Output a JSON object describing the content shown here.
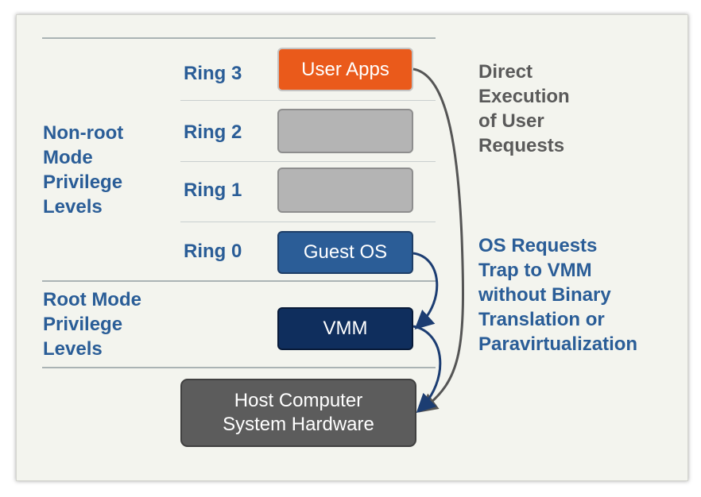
{
  "labels": {
    "nonroot": "Non-root\nMode\nPrivilege\nLevels",
    "root": "Root Mode\nPrivilege\nLevels",
    "direct": "Direct\nExecution\nof User\nRequests",
    "trap": "OS Requests\nTrap to VMM\nwithout Binary\nTranslation or\nParavirtualization"
  },
  "rings": {
    "ring3": "Ring 3",
    "ring2": "Ring 2",
    "ring1": "Ring 1",
    "ring0": "Ring 0"
  },
  "boxes": {
    "user_apps": "User Apps",
    "ring2": "",
    "ring1": "",
    "guest_os": "Guest OS",
    "vmm": "VMM",
    "hardware": "Host Computer\nSystem Hardware"
  },
  "colors": {
    "label_blue": "#2a5d97",
    "label_gray": "#5a5a5a",
    "user_apps_orange": "#ea5a1b",
    "ring_gray": "#b4b4b4",
    "guest_os_blue": "#2b5d97",
    "vmm_navy": "#0f2e5d",
    "hardware_gray": "#5c5c5c",
    "panel_bg": "#f3f4ee"
  }
}
